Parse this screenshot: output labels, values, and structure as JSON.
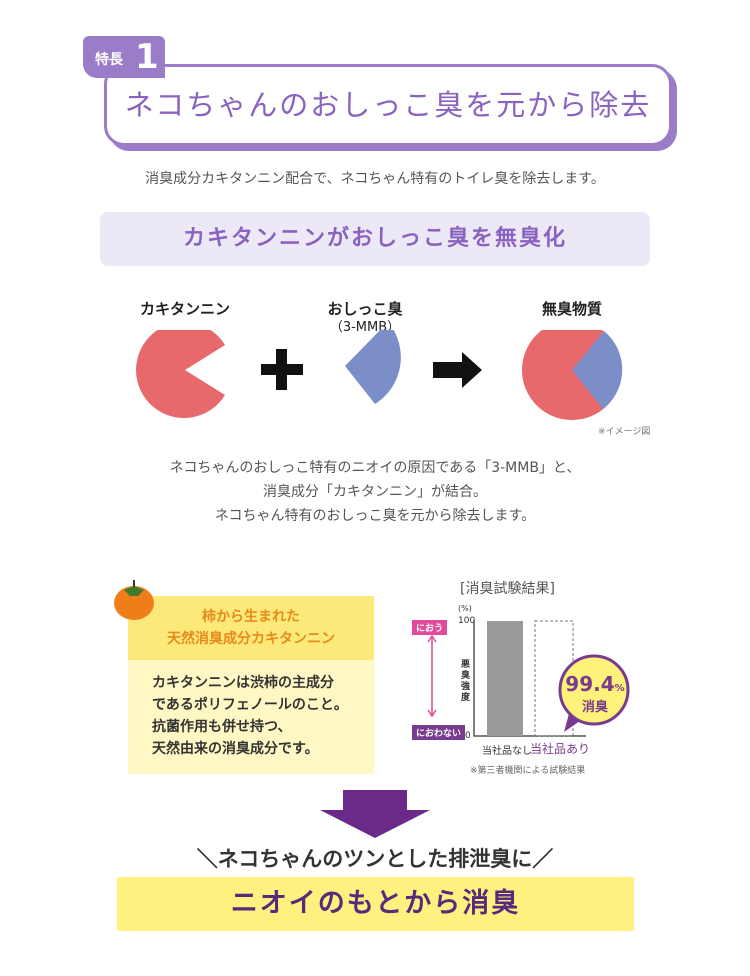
{
  "feature_tag": {
    "label": "特長",
    "number": "1"
  },
  "title": "ネコちゃんのおしっこ臭を元から除去",
  "lead": "消臭成分カキタンニン配合で、ネコちゃん特有のトイレ臭を除去します。",
  "subheading": "カキタンニンがおしっこ臭を無臭化",
  "diagram": {
    "left_label": "カキタンニン",
    "middle_label": "おしっこ臭",
    "middle_sub": "（3-MMB）",
    "right_label": "無臭物質",
    "note": "※イメージ図",
    "plus": "+"
  },
  "description": [
    "ネコちゃんのおしっこ特有のニオイの原因である「3-MMB」と、",
    "消臭成分「カキタンニン」が結合。",
    "ネコちゃん特有のおしっこ臭を元から除去します。"
  ],
  "kaki": {
    "heading": [
      "柿から生まれた",
      "天然消臭成分カキタンニン"
    ],
    "body": [
      "カキタンニンは渋柿の主成分",
      "であるポリフェノールのこと。",
      "抗菌作用も併せ持つ、",
      "天然由来の消臭成分です。"
    ]
  },
  "chart_data": {
    "type": "bar",
    "title": "[消臭試験結果]",
    "unit": "(%)",
    "ylabel": "悪臭強度",
    "ylim": [
      0,
      100
    ],
    "yticks": [
      "100",
      "0"
    ],
    "categories": [
      "当社品なし",
      "当社品あり"
    ],
    "values": [
      100,
      0.6
    ],
    "scale_top": "におう",
    "scale_bottom": "におわない",
    "badge_value": "99.4",
    "badge_unit": "%",
    "badge_label": "消臭",
    "footnote": "※第三者機関による試験結果"
  },
  "tagline": "ネコちゃんのツンとした排泄臭に",
  "banner": "ニオイのもとから消臭",
  "colors": {
    "purple": "#9a7cc9",
    "pink": "#e24b9b",
    "red": "#e8696b",
    "blue": "#7b8ec8"
  }
}
